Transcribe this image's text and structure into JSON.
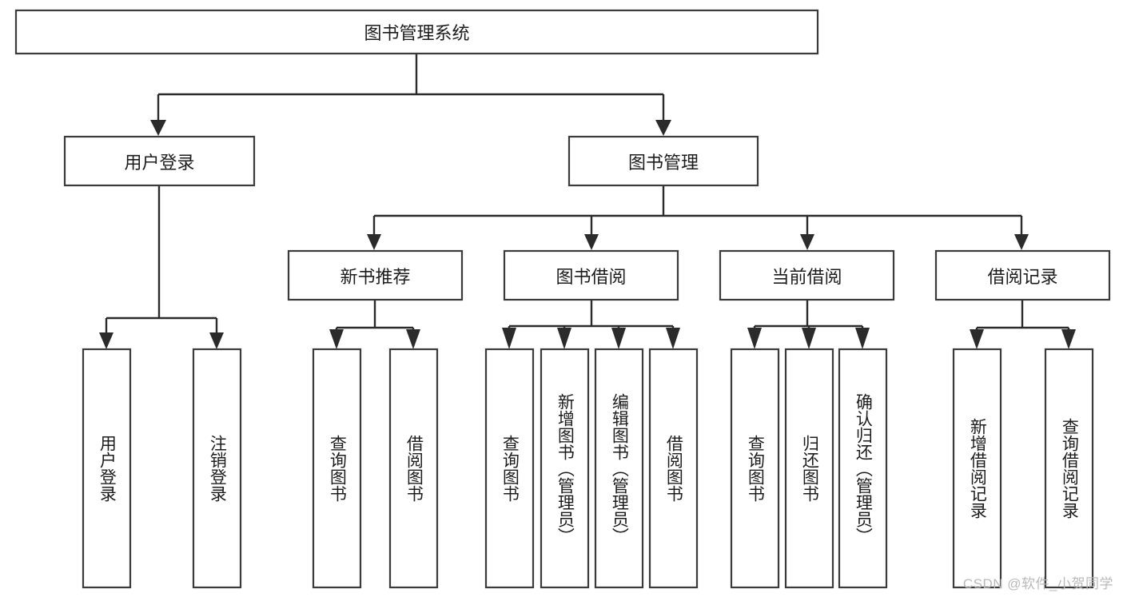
{
  "diagram": {
    "type": "tree",
    "title": "图书管理系统",
    "watermark": "CSDN @软件_小贺同学",
    "colors": {
      "box_stroke": "#3b3b3b",
      "connector": "#2b2b2b",
      "background": "#ffffff",
      "text": "#1c1c1c",
      "watermark": "#b9b9b9"
    },
    "levels": {
      "root": "图书管理系统",
      "level2": [
        "用户登录",
        "图书管理"
      ],
      "level3": [
        "新书推荐",
        "图书借阅",
        "当前借阅",
        "借阅记录"
      ],
      "leaves": [
        "用户登录",
        "注销登录",
        "查询图书",
        "借阅图书",
        "查询图书",
        "新增图书（管理员）",
        "编辑图书（管理员）",
        "借阅图书",
        "查询图书",
        "归还图书",
        "确认归还（管理员）",
        "新增借阅记录",
        "查询借阅记录"
      ]
    },
    "nodes": {
      "root": {
        "label": "图书管理系统"
      },
      "user_login": {
        "label": "用户登录"
      },
      "book_manage": {
        "label": "图书管理"
      },
      "new_book_rec": {
        "label": "新书推荐"
      },
      "book_borrow": {
        "label": "图书借阅"
      },
      "current_borrow": {
        "label": "当前借阅"
      },
      "borrow_record": {
        "label": "借阅记录"
      },
      "leaf_user_login": {
        "label": "用户登录"
      },
      "leaf_logout": {
        "label": "注销登录"
      },
      "leaf_query_book_1": {
        "label": "查询图书"
      },
      "leaf_borrow_book_1": {
        "label": "借阅图书"
      },
      "leaf_query_book_2": {
        "label": "查询图书"
      },
      "leaf_add_book_admin": {
        "label": "新增图书（管理员）"
      },
      "leaf_edit_book_admin": {
        "label": "编辑图书（管理员）"
      },
      "leaf_borrow_book_2": {
        "label": "借阅图书"
      },
      "leaf_query_book_3": {
        "label": "查询图书"
      },
      "leaf_return_book": {
        "label": "归还图书"
      },
      "leaf_confirm_return_admin": {
        "label": "确认归还（管理员）"
      },
      "leaf_add_borrow_record": {
        "label": "新增借阅记录"
      },
      "leaf_query_borrow_record": {
        "label": "查询借阅记录"
      }
    },
    "edges": [
      {
        "from": "root",
        "to": "user_login"
      },
      {
        "from": "root",
        "to": "book_manage"
      },
      {
        "from": "user_login",
        "to": "leaf_user_login"
      },
      {
        "from": "user_login",
        "to": "leaf_logout"
      },
      {
        "from": "book_manage",
        "to": "new_book_rec"
      },
      {
        "from": "book_manage",
        "to": "book_borrow"
      },
      {
        "from": "book_manage",
        "to": "current_borrow"
      },
      {
        "from": "book_manage",
        "to": "borrow_record"
      },
      {
        "from": "new_book_rec",
        "to": "leaf_query_book_1"
      },
      {
        "from": "new_book_rec",
        "to": "leaf_borrow_book_1"
      },
      {
        "from": "book_borrow",
        "to": "leaf_query_book_2"
      },
      {
        "from": "book_borrow",
        "to": "leaf_add_book_admin"
      },
      {
        "from": "book_borrow",
        "to": "leaf_edit_book_admin"
      },
      {
        "from": "book_borrow",
        "to": "leaf_borrow_book_2"
      },
      {
        "from": "current_borrow",
        "to": "leaf_query_book_3"
      },
      {
        "from": "current_borrow",
        "to": "leaf_return_book"
      },
      {
        "from": "current_borrow",
        "to": "leaf_confirm_return_admin"
      },
      {
        "from": "borrow_record",
        "to": "leaf_add_borrow_record"
      },
      {
        "from": "borrow_record",
        "to": "leaf_query_borrow_record"
      }
    ]
  }
}
